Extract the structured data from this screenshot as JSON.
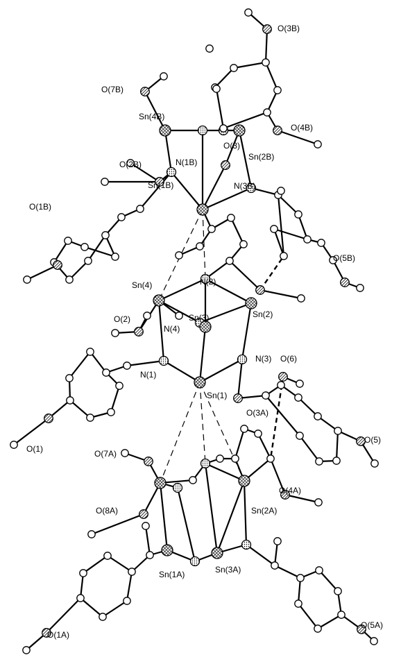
{
  "figure": {
    "labels": {
      "O3B": "O(3B)",
      "O7B": "O(7B)",
      "Sn4B": "Sn(4B)",
      "O4B": "O(4B)",
      "O3": "O(3)",
      "Sn2B": "Sn(2B)",
      "O2B": "O(2B)",
      "N1B": "N(1B)",
      "Sn1B": "Sn(1B)",
      "N3B": "N(3B)",
      "O1B": "O(1B)",
      "O5B": "O(5B)",
      "Sn4": "Sn(4)",
      "N2": "N(2)",
      "Sn2": "Sn(2)",
      "Sn3": "Sn(3)",
      "O2": "O(2)",
      "N4": "N(4)",
      "N3": "N(3)",
      "O6": "O(6)",
      "N1": "N(1)",
      "Sn1": "Sn(1)",
      "O3A": "O(3A)",
      "O1": "O(1)",
      "O5": "O(5)",
      "O7A": "O(7A)",
      "O4A": "O(4A)",
      "O8A": "O(8A)",
      "Sn2A": "Sn(2A)",
      "Sn1A": "Sn(1A)",
      "Sn3A": "Sn(3A)",
      "O1A": "O(1A)",
      "O5A": "O(5A)"
    }
  }
}
